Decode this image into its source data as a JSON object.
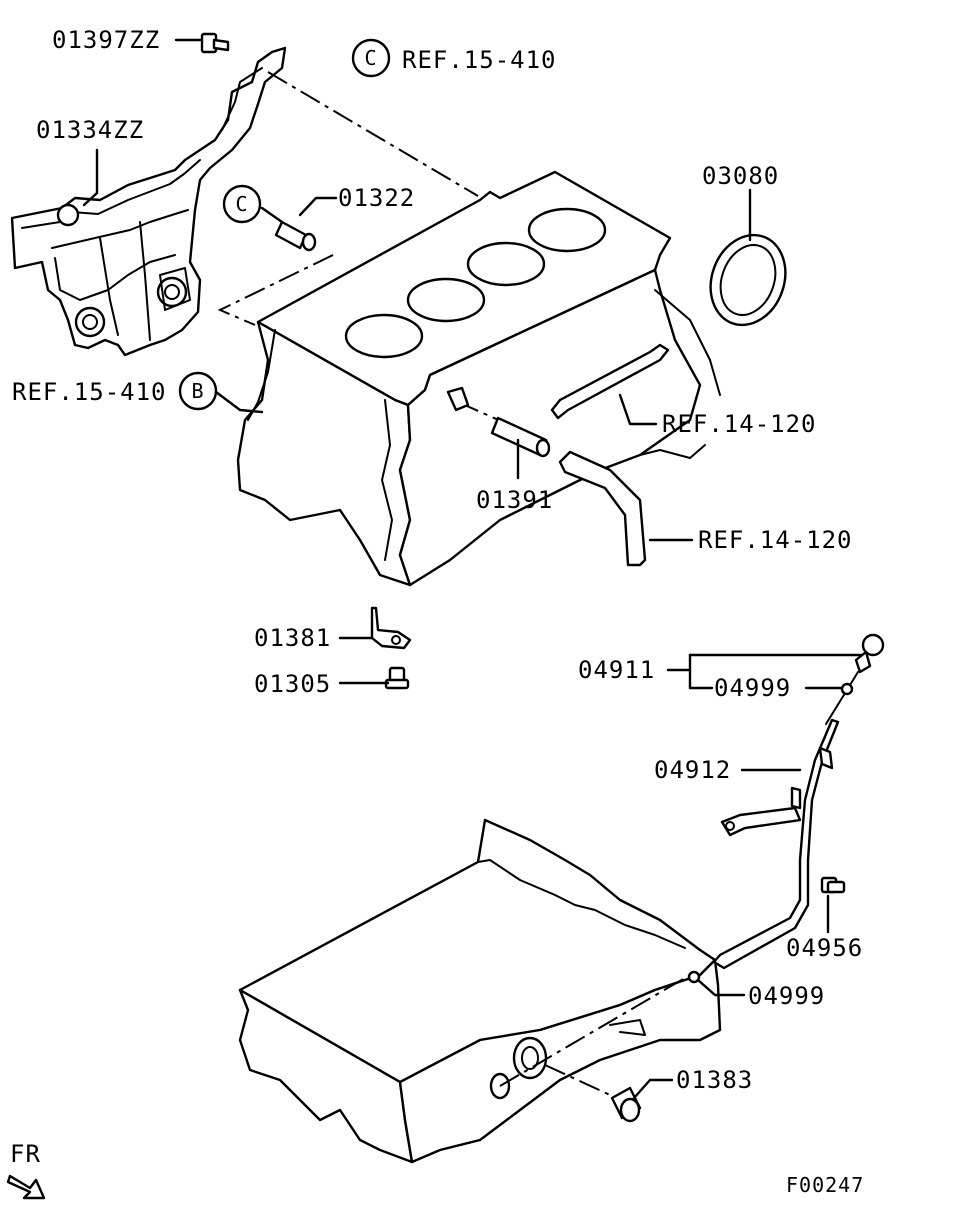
{
  "labels": {
    "p01397ZZ": "01397ZZ",
    "p01334ZZ": "01334ZZ",
    "p01322": "01322",
    "ref_c_top": "REF.15-410",
    "ref_b": "REF.15-410",
    "p03080": "03080",
    "ref_14_a": "REF.14-120",
    "ref_14_b": "REF.14-120",
    "p01391": "01391",
    "p01381": "01381",
    "p01305": "01305",
    "p04911": "04911",
    "p04999_a": "04999",
    "p04912": "04912",
    "p04956": "04956",
    "p04999_b": "04999",
    "p01383": "01383",
    "fr": "FR",
    "figure_code": "F00247"
  },
  "callouts": {
    "c_top": "C",
    "c_mid": "C",
    "b": "B"
  }
}
